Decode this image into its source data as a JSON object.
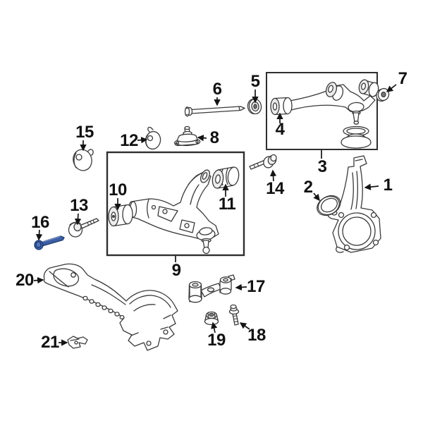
{
  "diagram": {
    "type": "suspension-parts-diagram",
    "background_color": "#ffffff",
    "line_color": "#3a3a3a",
    "label_color": "#111111",
    "highlight_color": "#3d5fa5",
    "highlight_outline_color": "#1d3a6e",
    "callouts": [
      {
        "label": "1"
      },
      {
        "label": "2"
      },
      {
        "label": "3"
      },
      {
        "label": "4"
      },
      {
        "label": "5"
      },
      {
        "label": "6"
      },
      {
        "label": "7"
      },
      {
        "label": "8"
      },
      {
        "label": "9"
      },
      {
        "label": "10"
      },
      {
        "label": "11"
      },
      {
        "label": "12"
      },
      {
        "label": "13"
      },
      {
        "label": "14"
      },
      {
        "label": "15"
      },
      {
        "label": "16"
      },
      {
        "label": "17"
      },
      {
        "label": "18"
      },
      {
        "label": "19"
      },
      {
        "label": "20"
      },
      {
        "label": "21"
      }
    ]
  }
}
